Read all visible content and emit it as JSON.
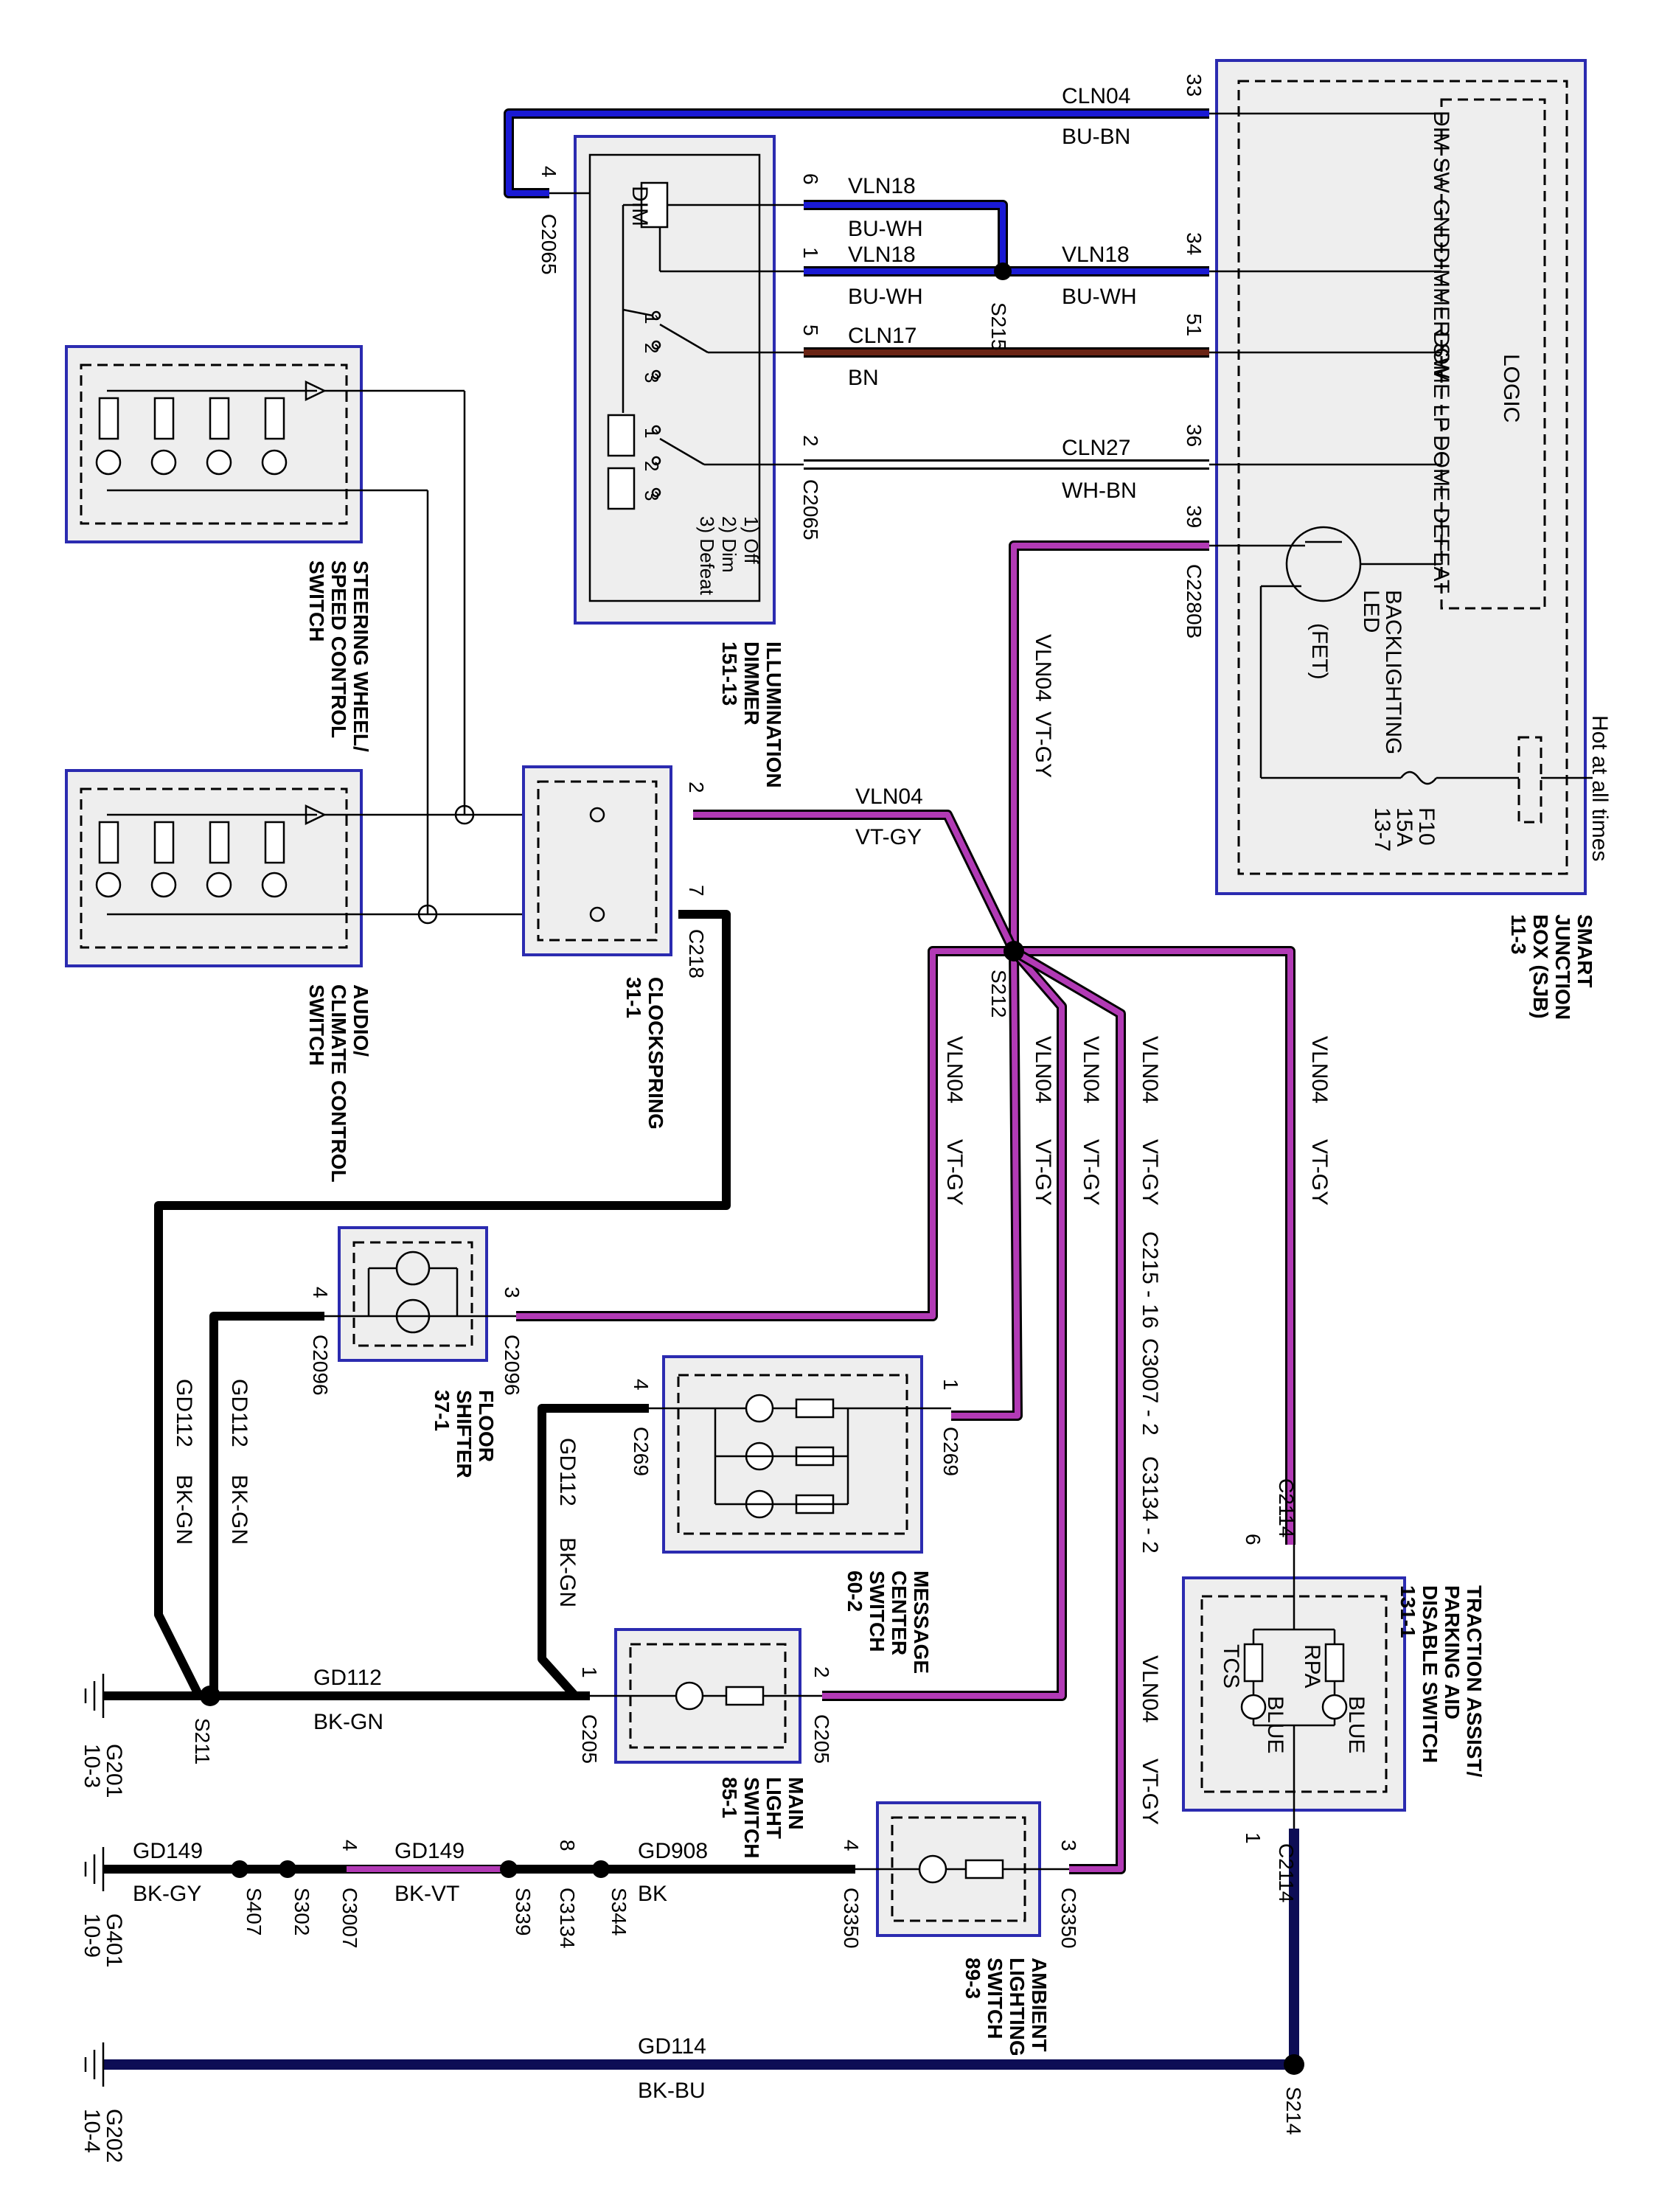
{
  "components": {
    "sjb": {
      "name": [
        "SMART",
        "JUNCTION",
        "BOX (SJB)"
      ],
      "ref": "11-3"
    },
    "hot": "Hot at all times",
    "fuse": {
      "name": "F10",
      "rating": "15A",
      "ref": "13-7"
    },
    "logic": "LOGIC",
    "fet": "(FET)",
    "backlighting": [
      "BACKLIGHTING",
      "LED"
    ],
    "sjb_inputs": [
      "DIM SW GND",
      "DIMMER SW",
      "DOME LP",
      "DOME DEFEAT"
    ],
    "illum": {
      "name": [
        "ILLUMINATION",
        "DIMMER"
      ],
      "ref": "151-13"
    },
    "dim": "DIM",
    "illum_modes": [
      "1) Off",
      "2) Dim",
      "3) Defeat"
    ],
    "steering": {
      "name": [
        "STEERING WHEEL/",
        "SPEED CONTROL",
        "SWITCH"
      ]
    },
    "audio": {
      "name": [
        "AUDIO/",
        "CLIMATE CONTROL",
        "SWITCH"
      ]
    },
    "clockspring": {
      "name": "CLOCKSPRING",
      "ref": "31-1"
    },
    "floor": {
      "name": [
        "FLOOR",
        "SHIFTER"
      ],
      "ref": "37-1"
    },
    "message": {
      "name": [
        "MESSAGE",
        "CENTER",
        "SWITCH"
      ],
      "ref": "60-2"
    },
    "mainlight": {
      "name": [
        "MAIN",
        "LIGHT",
        "SWITCH"
      ],
      "ref": "85-1"
    },
    "ambient": {
      "name": [
        "AMBIENT",
        "LIGHTING",
        "SWITCH"
      ],
      "ref": "89-3"
    },
    "traction": {
      "name": [
        "TRACTION ASSIST/",
        "PARKING AID",
        "DISABLE SWITCH"
      ],
      "ref": "131-1"
    },
    "tcs": "TCS",
    "rpa": "RPA",
    "blue": "BLUE"
  },
  "circuits": {
    "cln04": "CLN04",
    "bu_bn": "BU-BN",
    "vln18": "VLN18",
    "bu_wh": "BU-WH",
    "cln17": "CLN17",
    "bn": "BN",
    "cln27": "CLN27",
    "wh_bn": "WH-BN",
    "vln04": "VLN04",
    "vt_gy": "VT-GY",
    "gd112": "GD112",
    "bk_gn": "BK-GN",
    "gd149": "GD149",
    "bk_gy": "BK-GY",
    "bk_vt": "BK-VT",
    "gd908": "GD908",
    "bk": "BK",
    "gd114": "GD114",
    "bk_bu": "BK-BU"
  },
  "connectors": {
    "c2065": "C2065",
    "c2280b": "C2280B",
    "c218": "C218",
    "c2096": "C2096",
    "c269": "C269",
    "c205": "C205",
    "c2114": "C2114",
    "c3350": "C3350",
    "c3007": "C3007",
    "c3134": "C3134",
    "c215_16": "C215 - 16",
    "c3007_2": "C3007 - 2",
    "c3134_2": "C3134 - 2"
  },
  "splices": [
    "S215",
    "S212",
    "S211",
    "S214",
    "S407",
    "S302",
    "S339",
    "S344"
  ],
  "grounds": [
    {
      "id": "G201",
      "ref": "10-3"
    },
    {
      "id": "G401",
      "ref": "10-9"
    },
    {
      "id": "G202",
      "ref": "10-4"
    }
  ],
  "pins": {
    "p33": "33",
    "p34": "34",
    "p51": "51",
    "p36": "36",
    "p39": "39",
    "p6": "6",
    "p1": "1",
    "p5": "5",
    "p2": "2",
    "p4": "4",
    "p7": "7",
    "p3": "3",
    "p8": "8",
    "sw1": "1",
    "sw2": "2",
    "sw3": "3"
  }
}
